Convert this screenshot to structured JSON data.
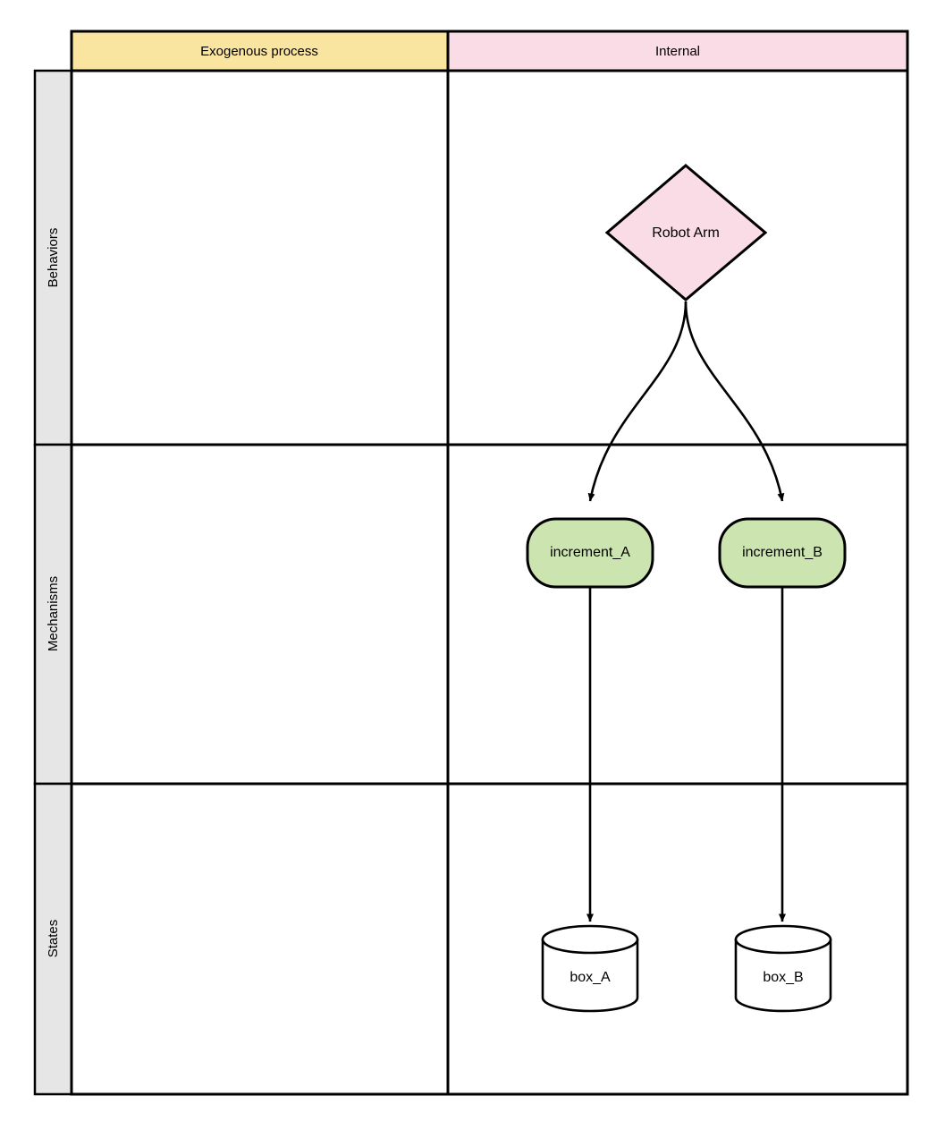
{
  "diagram": {
    "title": "Behaviors / Mechanisms / States swimlane diagram",
    "columns": [
      {
        "id": "exogenous",
        "label": "Exogenous process",
        "fill": "#fae5a0",
        "stroke": "#000000"
      },
      {
        "id": "internal",
        "label": "Internal",
        "fill": "#fadce6",
        "stroke": "#000000"
      }
    ],
    "rows": [
      {
        "id": "behaviors",
        "label": "Behaviors",
        "fill": "#e6e6e6"
      },
      {
        "id": "mechanisms",
        "label": "Mechanisms",
        "fill": "#e6e6e6"
      },
      {
        "id": "states",
        "label": "States",
        "fill": "#e6e6e6"
      }
    ],
    "nodes": [
      {
        "id": "robot-arm",
        "label": "Robot Arm",
        "shape": "diamond",
        "row": "behaviors",
        "column": "internal",
        "fill": "#fadce6",
        "stroke": "#000000"
      },
      {
        "id": "increment-a",
        "label": "increment_A",
        "shape": "rounded-rectangle",
        "row": "mechanisms",
        "column": "internal",
        "fill": "#cce5b0",
        "stroke": "#000000"
      },
      {
        "id": "increment-b",
        "label": "increment_B",
        "shape": "rounded-rectangle",
        "row": "mechanisms",
        "column": "internal",
        "fill": "#cce5b0",
        "stroke": "#000000"
      },
      {
        "id": "box-a",
        "label": "box_A",
        "shape": "cylinder",
        "row": "states",
        "column": "internal",
        "fill": "#ffffff",
        "stroke": "#000000"
      },
      {
        "id": "box-b",
        "label": "box_B",
        "shape": "cylinder",
        "row": "states",
        "column": "internal",
        "fill": "#ffffff",
        "stroke": "#000000"
      }
    ],
    "edges": [
      {
        "id": "robot-arm-to-increment-a",
        "from": "robot-arm",
        "to": "increment-a",
        "style": "curved",
        "arrowhead": "filled-triangle"
      },
      {
        "id": "robot-arm-to-increment-b",
        "from": "robot-arm",
        "to": "increment-b",
        "style": "curved",
        "arrowhead": "filled-triangle"
      },
      {
        "id": "increment-a-to-box-a",
        "from": "increment-a",
        "to": "box-a",
        "style": "straight",
        "arrowhead": "filled-triangle"
      },
      {
        "id": "increment-b-to-box-b",
        "from": "increment-b",
        "to": "box-b",
        "style": "straight",
        "arrowhead": "filled-triangle"
      }
    ],
    "colors": {
      "grid_stroke": "#000000",
      "row_header_fill": "#e6e6e6",
      "background": "#ffffff"
    }
  }
}
